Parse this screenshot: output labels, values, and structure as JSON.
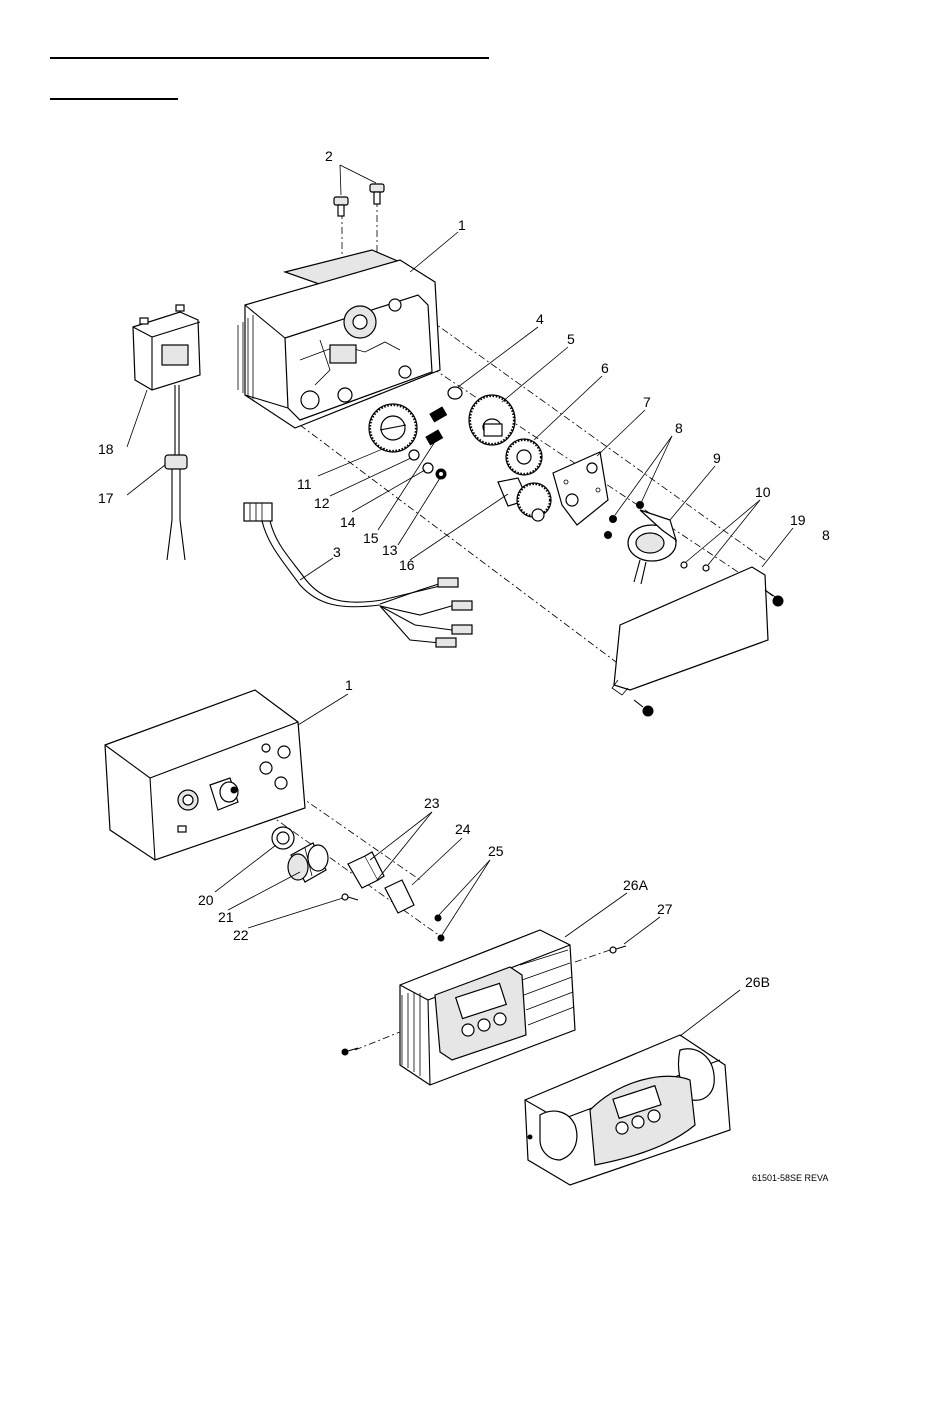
{
  "diagram": {
    "callouts": {
      "c1_top": "1",
      "c2": "2",
      "c3": "3",
      "c4": "4",
      "c5": "5",
      "c6": "6",
      "c7": "7",
      "c8a": "8",
      "c8b": "8",
      "c9": "9",
      "c10": "10",
      "c11": "11",
      "c12": "12",
      "c13": "13",
      "c14": "14",
      "c15": "15",
      "c16": "16",
      "c17": "17",
      "c18": "18",
      "c19": "19",
      "c1_bottom": "1",
      "c20": "20",
      "c21": "21",
      "c22": "22",
      "c23": "23",
      "c24": "24",
      "c25": "25",
      "c26a": "26A",
      "c26b": "26B",
      "c27": "27"
    },
    "drawing_number": "61501-58SE  REVA"
  }
}
